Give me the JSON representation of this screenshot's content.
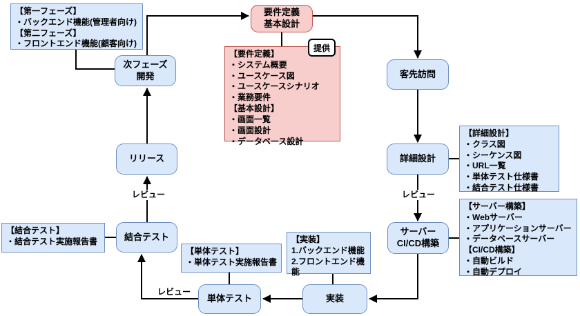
{
  "colors": {
    "blue_fill": "#dae8fc",
    "blue_stroke": "#6c8ebf",
    "pink_fill": "#f8cecc",
    "pink_stroke": "#b85450",
    "wire": "#000000"
  },
  "flow": {
    "requirements_basic_design": "要件定義\n基本設計",
    "customer_visit": "客先訪問",
    "detailed_design": "詳細設計",
    "server_cicd": "サーバー\nCI/CD構築",
    "implementation": "実装",
    "unit_test": "単体テスト",
    "integration_test": "結合テスト",
    "release": "リリース",
    "next_phase_dev": "次フェーズ\n開発"
  },
  "notes": {
    "phases": {
      "lines": [
        "【第一フェーズ】",
        "・バックエンド機能(管理者向け)",
        "【第二フェーズ】",
        "・フロントエンド機能(顧客向け)"
      ]
    },
    "requirements": {
      "lines": [
        "【要件定義】",
        "・システム概要",
        "・ユースケース図",
        "・ユースケースシナリオ",
        "・業務要件",
        "【基本設計】",
        "・画面一覧",
        "・画面設計",
        "・データベース設計"
      ]
    },
    "detailed_design": {
      "lines": [
        "【詳細設計】",
        "・クラス図",
        "・シーケンス図",
        "・URL一覧",
        "・単体テスト仕様書",
        "・結合テスト仕様書"
      ]
    },
    "server": {
      "lines": [
        "【サーバー構築】",
        "・Webサーバー",
        "・アプリケーションサーバー",
        "・データベースサーバー",
        "【CI/CD構築】",
        "・自動ビルド",
        "・自動デプロイ"
      ]
    },
    "implementation": {
      "lines": [
        "【実装】",
        "1.バックエンド機能",
        "2.フロントエンド機能"
      ]
    },
    "unit_test": {
      "lines": [
        "【単体テスト】",
        "・単体テスト実施報告書"
      ]
    },
    "integration_test": {
      "lines": [
        "【結合テスト】",
        "・結合テスト実施報告書"
      ]
    }
  },
  "edge_labels": {
    "teikyo": "提供",
    "review": "レビュー"
  }
}
